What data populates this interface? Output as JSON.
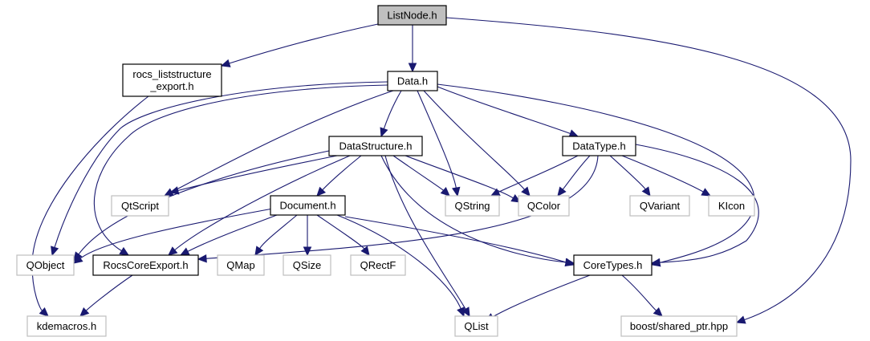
{
  "title": "ListNode.h include dependency graph",
  "colors": {
    "edge": "#191970",
    "root_fill": "#bfbfbf",
    "local_border": "#000000",
    "external_border": "#bfbfbf"
  },
  "nodes": [
    {
      "id": "listnode",
      "label": "ListNode.h",
      "kind": "root"
    },
    {
      "id": "rocs_export",
      "label": [
        "rocs_liststructure",
        "_export.h"
      ],
      "kind": "local"
    },
    {
      "id": "data",
      "label": "Data.h",
      "kind": "local"
    },
    {
      "id": "datastructure",
      "label": "DataStructure.h",
      "kind": "local"
    },
    {
      "id": "datatype",
      "label": "DataType.h",
      "kind": "local"
    },
    {
      "id": "qtscript",
      "label": "QtScript",
      "kind": "external"
    },
    {
      "id": "qstring",
      "label": "QString",
      "kind": "external"
    },
    {
      "id": "qcolor",
      "label": "QColor",
      "kind": "external"
    },
    {
      "id": "qvariant",
      "label": "QVariant",
      "kind": "external"
    },
    {
      "id": "kicon",
      "label": "KIcon",
      "kind": "external"
    },
    {
      "id": "document",
      "label": "Document.h",
      "kind": "local"
    },
    {
      "id": "qobject",
      "label": "QObject",
      "kind": "external"
    },
    {
      "id": "rocscoreexport",
      "label": "RocsCoreExport.h",
      "kind": "local"
    },
    {
      "id": "qmap",
      "label": "QMap",
      "kind": "external"
    },
    {
      "id": "qsize",
      "label": "QSize",
      "kind": "external"
    },
    {
      "id": "qrectf",
      "label": "QRectF",
      "kind": "external"
    },
    {
      "id": "coretypes",
      "label": "CoreTypes.h",
      "kind": "local"
    },
    {
      "id": "kdemacros",
      "label": "kdemacros.h",
      "kind": "external"
    },
    {
      "id": "qlist",
      "label": "QList",
      "kind": "external"
    },
    {
      "id": "boost",
      "label": "boost/shared_ptr.hpp",
      "kind": "external"
    }
  ],
  "edges": [
    {
      "from": "listnode",
      "to": "rocs_export"
    },
    {
      "from": "listnode",
      "to": "data"
    },
    {
      "from": "listnode",
      "to": "boost"
    },
    {
      "from": "rocs_export",
      "to": "kdemacros"
    },
    {
      "from": "data",
      "to": "datastructure"
    },
    {
      "from": "data",
      "to": "datatype"
    },
    {
      "from": "data",
      "to": "qtscript"
    },
    {
      "from": "data",
      "to": "qstring"
    },
    {
      "from": "data",
      "to": "qcolor"
    },
    {
      "from": "data",
      "to": "qobject"
    },
    {
      "from": "data",
      "to": "rocscoreexport"
    },
    {
      "from": "data",
      "to": "coretypes"
    },
    {
      "from": "datastructure",
      "to": "document"
    },
    {
      "from": "datastructure",
      "to": "qtscript"
    },
    {
      "from": "datastructure",
      "to": "qstring"
    },
    {
      "from": "datastructure",
      "to": "qcolor"
    },
    {
      "from": "datastructure",
      "to": "qobject"
    },
    {
      "from": "datastructure",
      "to": "rocscoreexport"
    },
    {
      "from": "datastructure",
      "to": "coretypes"
    },
    {
      "from": "datastructure",
      "to": "qlist"
    },
    {
      "from": "datatype",
      "to": "qstring"
    },
    {
      "from": "datatype",
      "to": "qcolor"
    },
    {
      "from": "datatype",
      "to": "qvariant"
    },
    {
      "from": "datatype",
      "to": "kicon"
    },
    {
      "from": "datatype",
      "to": "rocscoreexport"
    },
    {
      "from": "datatype",
      "to": "coretypes"
    },
    {
      "from": "document",
      "to": "qobject"
    },
    {
      "from": "document",
      "to": "rocscoreexport"
    },
    {
      "from": "document",
      "to": "qmap"
    },
    {
      "from": "document",
      "to": "qsize"
    },
    {
      "from": "document",
      "to": "qrectf"
    },
    {
      "from": "document",
      "to": "coretypes"
    },
    {
      "from": "document",
      "to": "qlist"
    },
    {
      "from": "rocscoreexport",
      "to": "kdemacros"
    },
    {
      "from": "coretypes",
      "to": "qlist"
    },
    {
      "from": "coretypes",
      "to": "boost"
    }
  ]
}
